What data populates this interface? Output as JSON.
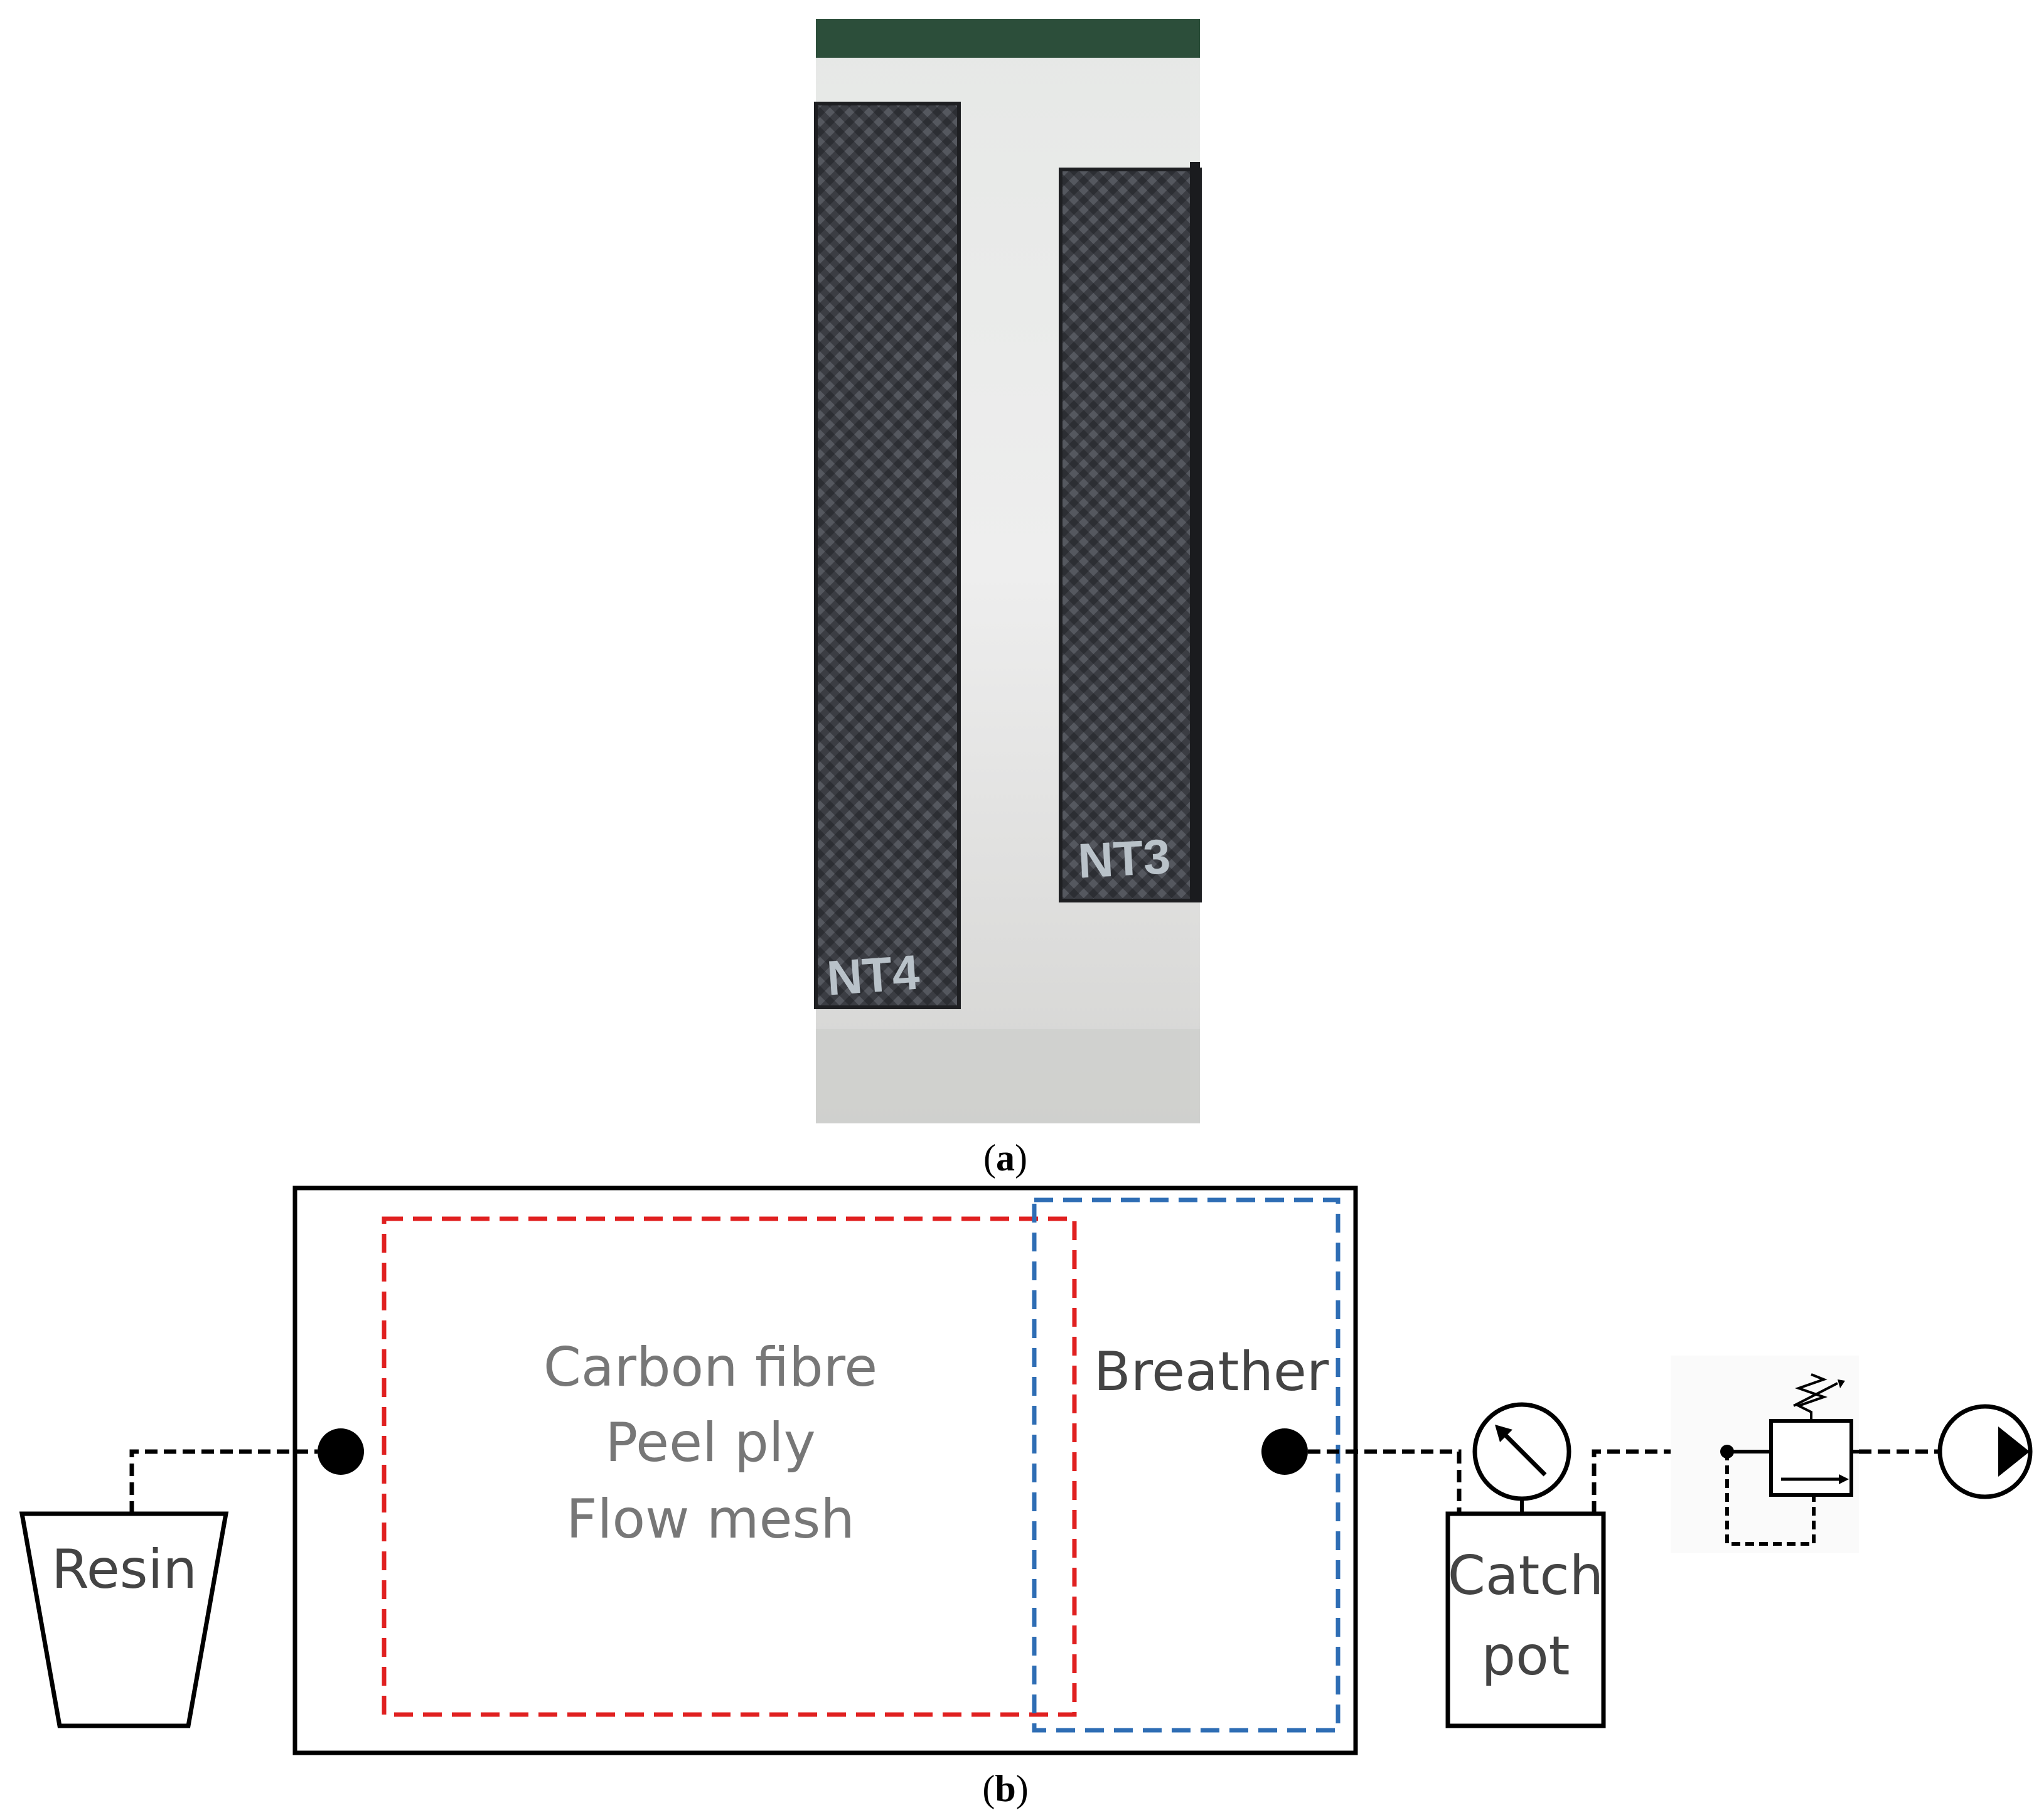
{
  "panel_a": {
    "caption_letter": "a",
    "samples": [
      {
        "label": "NT4"
      },
      {
        "label": "NT3"
      }
    ]
  },
  "panel_b": {
    "caption_letter": "b",
    "layup_lines": [
      "Carbon fibre",
      "Peel ply",
      "Flow mesh"
    ],
    "breather_label": "Breather",
    "resin_label": "Resin",
    "catch_pot_lines": [
      "Catch",
      "pot"
    ],
    "colors": {
      "layup_border": "#e02020",
      "breather_border": "#2e6db4",
      "bag_border": "#000000"
    }
  }
}
